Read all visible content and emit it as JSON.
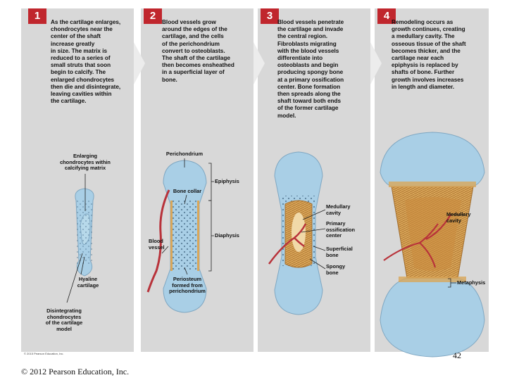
{
  "steps": [
    {
      "number": "1",
      "text": "As the cartilage enlarges,\nchondrocytes near the\ncenter of the shaft\nincrease greatly\nin size. The matrix is\nreduced to a series of\nsmall struts that soon\nbegin to calcify. The\nenlarged chondrocytes\nthen die and disintegrate,\nleaving cavities within\nthe cartilage."
    },
    {
      "number": "2",
      "text": "Blood vessels grow\naround the edges of the\ncartilage, and the cells\nof the perichondrium\nconvert to osteoblasts.\nThe shaft of the cartilage\nthen becomes ensheathed\nin a superficial layer of\nbone."
    },
    {
      "number": "3",
      "text": "Blood vessels penetrate\nthe cartilage and invade\nthe central region.\nFibroblasts migrating\nwith the blood vessels\ndifferentiate into\nosteoblasts and begin\nproducing spongy bone\nat a primary ossification\ncenter. Bone formation\nthen spreads along the\nshaft toward both ends\nof the former cartilage\nmodel."
    },
    {
      "number": "4",
      "text": "Remodeling occurs as\ngrowth continues, creating\na medullary cavity. The\nosseous tissue of the shaft\nbecomes thicker, and the\ncartilage near each\nepiphysis is replaced by\nshafts of bone. Further\ngrowth involves increases\nin length and diameter."
    }
  ],
  "labels": {
    "enlarging": "Enlarging\nchondrocytes within\ncalcifying matrix",
    "hyaline": "Hyaline\ncartilage",
    "disintegrating": "Disintegrating\nchondrocytes\nof the cartilage\nmodel",
    "perichondrium": "Perichondrium",
    "bone_collar": "Bone collar",
    "blood_vessel": "Blood\nvessel",
    "periosteum": "Periosteum\nformed from\nperichondrium",
    "epiphysis": "Epiphysis",
    "diaphysis": "Diaphysis",
    "medullary_cavity_3": "Medullary\ncavity",
    "primary_ossification": "Primary\nossification\ncenter",
    "superficial_bone": "Superficial\nbone",
    "spongy_bone": "Spongy\nbone",
    "medullary_cavity_4": "Medullary\ncavity",
    "metaphysis": "Metaphysis"
  },
  "small_credit": "© 2015 Pearson Education, Inc.",
  "page_number": "42",
  "copyright": "© 2012 Pearson Education, Inc.",
  "colors": {
    "panel": "#d8d8d8",
    "badge": "#c0262d",
    "cartilage": "#a9cfe6",
    "bone": "#d9a659",
    "vessel": "#b8323a"
  }
}
